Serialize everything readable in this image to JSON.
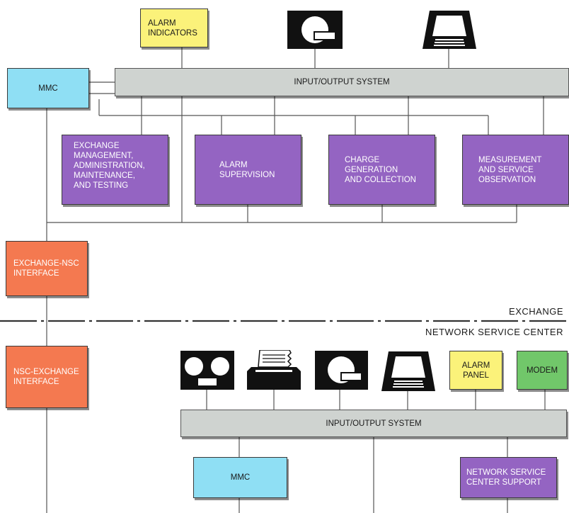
{
  "exchange": {
    "alarm_indicators": "ALARM\nINDICATORS",
    "io_system": "INPUT/OUTPUT SYSTEM",
    "mmc": "MMC",
    "exchange_management": "EXCHANGE\nMANAGEMENT,\nADMINISTRATION,\nMAINTENANCE,\nAND TESTING",
    "alarm_supervision": "ALARM\nSUPERVISION",
    "charge_generation": "CHARGE\nGENERATION\nAND COLLECTION",
    "measurement": "MEASUREMENT\nAND SERVICE\nOBSERVATION",
    "exchange_nsc_interface": "EXCHANGE-NSC\nINTERFACE"
  },
  "boundary": {
    "exchange_label": "EXCHANGE",
    "nsc_label": "NETWORK SERVICE CENTER"
  },
  "nsc": {
    "nsc_exchange_interface": "NSC-EXCHANGE\nINTERFACE",
    "alarm_panel": "ALARM\nPANEL",
    "modem": "MODEM",
    "io_system": "INPUT/OUTPUT SYSTEM",
    "mmc": "MMC",
    "nsc_support": "NETWORK SERVICE\nCENTER SUPPORT"
  },
  "colors": {
    "yellow": "#fbf27a",
    "cyan": "#8fdff4",
    "purple": "#9464c2",
    "orange": "#f47950",
    "green": "#71c76a",
    "bus_gray": "#cfd3d0"
  },
  "icons": [
    "disk-drive-icon",
    "terminal-icon",
    "tape-drive-icon",
    "printer-icon"
  ]
}
